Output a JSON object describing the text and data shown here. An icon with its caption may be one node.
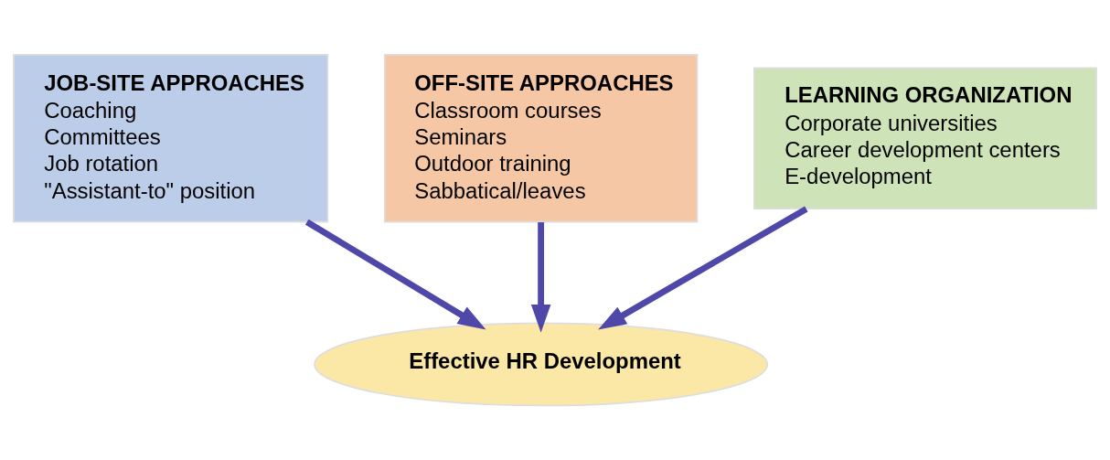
{
  "diagram": {
    "nodes": [
      {
        "text": [
          "JOB-SITE APPROACHES",
          "Coaching",
          "Committees",
          "Job rotation",
          "\"Assistant-to\" position"
        ]
      },
      {
        "text": [
          "OFF-SITE APPROACHES",
          "Classroom courses",
          "Seminars",
          "Outdoor training",
          "Sabbatical/leaves"
        ]
      },
      {
        "text": [
          "LEARNING ORGANIZATION",
          "Corporate universities",
          "Career development centers",
          "E-development"
        ]
      },
      {
        "text": [
          "Effective HR Development"
        ]
      }
    ],
    "edges": [
      {
        "from": 0,
        "to": 3,
        "arrow": "to"
      },
      {
        "from": 1,
        "to": 3,
        "arrow": "to"
      },
      {
        "from": 2,
        "to": 3,
        "arrow": "to"
      }
    ]
  }
}
